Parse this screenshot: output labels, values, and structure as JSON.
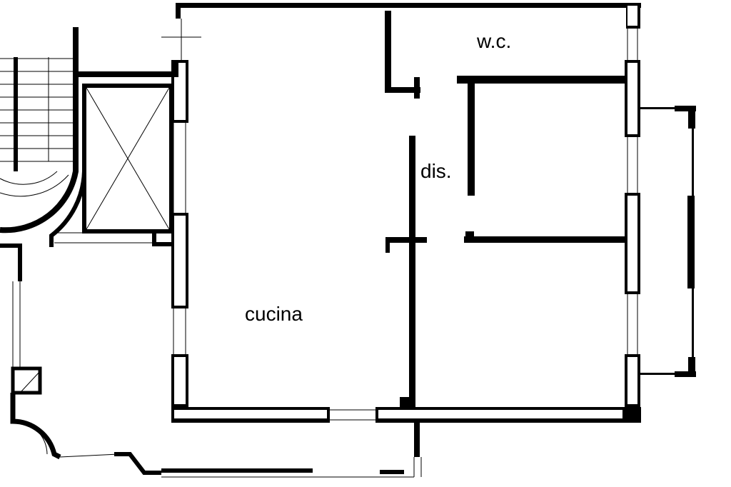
{
  "rooms": {
    "wc": "w.c.",
    "corridor": "dis.",
    "kitchen": "cucina"
  },
  "colors": {
    "wall": "#000000",
    "background": "#ffffff"
  }
}
